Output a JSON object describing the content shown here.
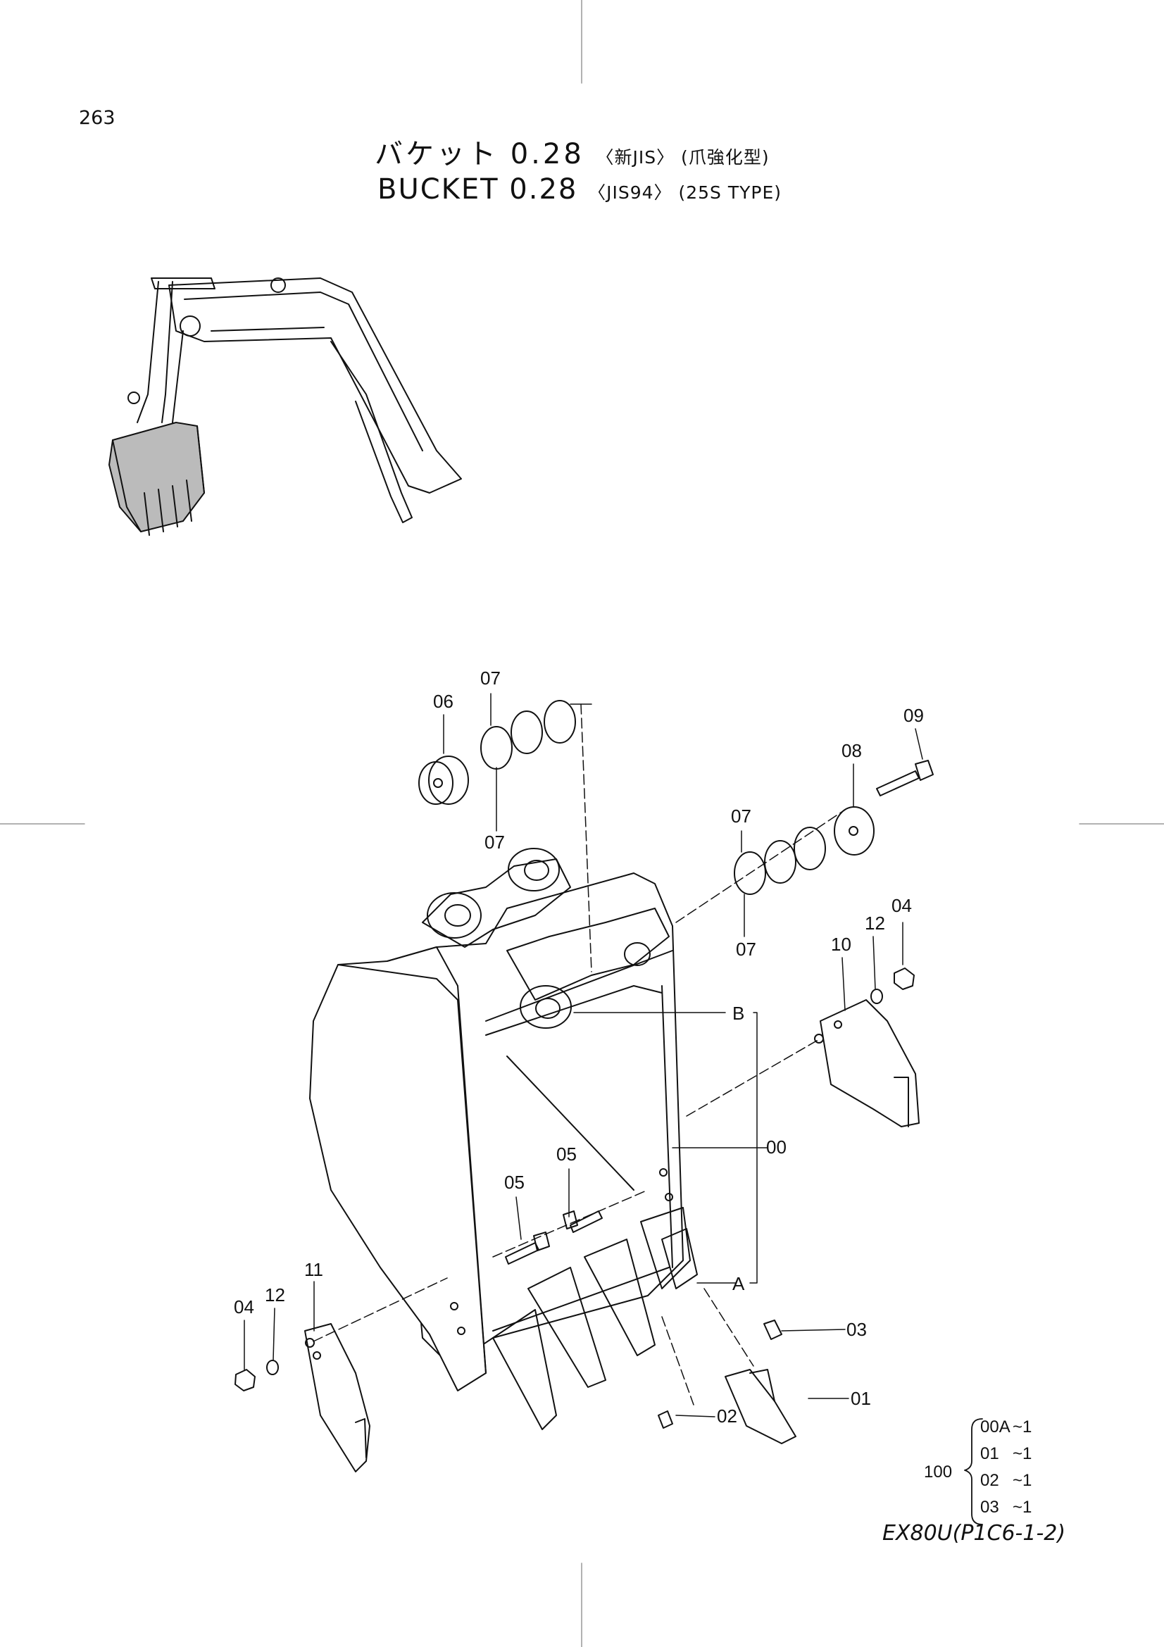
{
  "page_number": "263",
  "title": {
    "jp_main": "バケット 0.28",
    "jp_sub": "〈新JIS〉 (爪強化型)",
    "en_main": "BUCKET 0.28",
    "en_sub": "〈JIS94〉 (25S TYPE)"
  },
  "callouts": {
    "c00": "00",
    "c01": "01",
    "c02": "02",
    "c03": "03",
    "c04a": "04",
    "c04b": "04",
    "c05a": "05",
    "c05b": "05",
    "c06": "06",
    "c07a": "07",
    "c07b": "07",
    "c07c": "07",
    "c07d": "07",
    "c08": "08",
    "c09": "09",
    "c10": "10",
    "c11": "11",
    "c12a": "12",
    "c12b": "12",
    "cA": "A",
    "cB": "B"
  },
  "quantity_table": {
    "group": "100",
    "rows": [
      {
        "item": "00A",
        "qty": "~1"
      },
      {
        "item": "01",
        "qty": "~1"
      },
      {
        "item": "02",
        "qty": "~1"
      },
      {
        "item": "03",
        "qty": "~1"
      }
    ]
  },
  "document_code": "EX80U(P1C6-1-2)"
}
